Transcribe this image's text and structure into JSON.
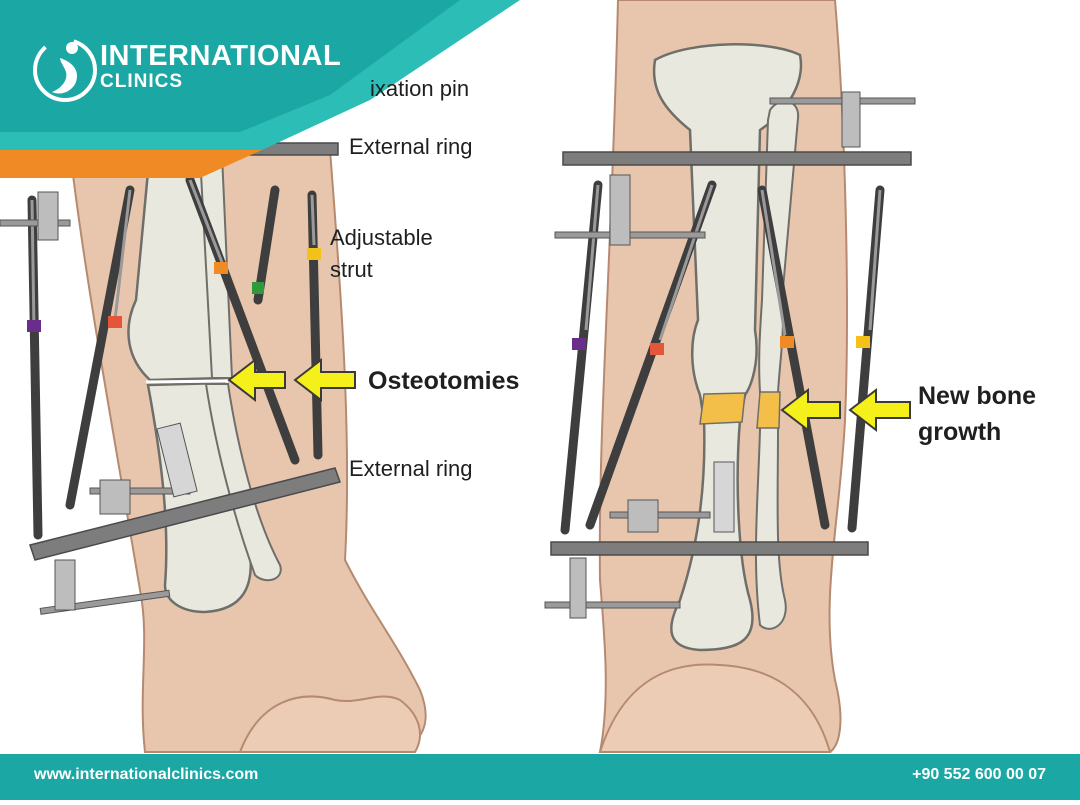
{
  "brand": {
    "name_line1": "INTERNATIONAL",
    "name_line2": "CLINICS",
    "logo_icon": "person-figure-logo-icon"
  },
  "labels": {
    "fixation_pin": "ixation pin",
    "external_ring_top": "External ring",
    "adjustable_strut_line1": "Adjustable",
    "adjustable_strut_line2": "strut",
    "osteotomies": "Osteotomies",
    "external_ring_bottom": "External ring",
    "new_bone_growth_line1": "New bone",
    "new_bone_growth_line2": "growth"
  },
  "footer": {
    "website": "www.internationalclinics.com",
    "phone": "+90 552 600 00 07"
  },
  "colors": {
    "teal": "#1ba7a3",
    "teal_light": "#2bbdb6",
    "orange": "#f08a24",
    "skin": "#e8c6ae",
    "bone": "#e9e8df",
    "arrow_yellow": "#f5ef1a",
    "new_bone": "#f3bf49"
  }
}
